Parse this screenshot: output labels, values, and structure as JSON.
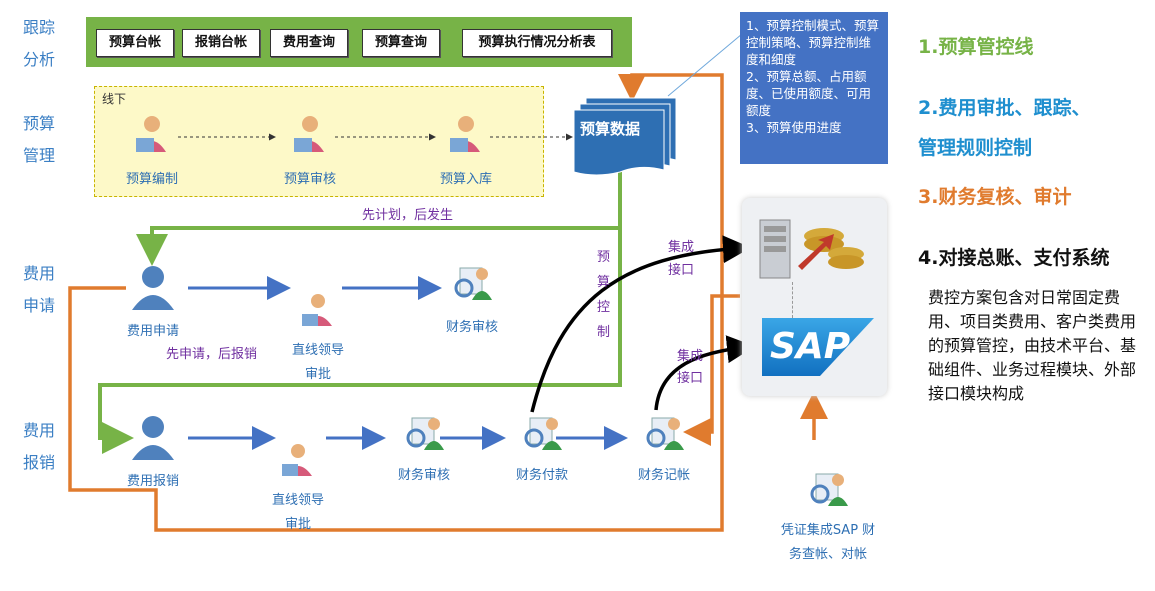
{
  "row_labels": {
    "tracking": "跟踪\n分析",
    "budget": "预算\n管理",
    "apply": "费用\n申请",
    "reimburse": "费用\n报销"
  },
  "top_buttons": [
    "预算台帐",
    "报销台帐",
    "费用查询",
    "预算查询",
    "预算执行情况分析表"
  ],
  "offline_label": "线下",
  "budget_nodes": [
    "预算编制",
    "预算审核",
    "预算入库"
  ],
  "budget_data_label": "预算数据",
  "blue_box": [
    "1、预算控制模式、预算控制策略、预算控制维度和细度",
    "2、预算总额、占用额度、已使用额度、可用额度",
    "3、预算使用进度"
  ],
  "plan_first": "先计划，后发生",
  "budget_control": "预\n算\n控\n制",
  "apply_nodes": [
    "费用申请",
    "直线领导\n审批",
    "财务审核"
  ],
  "apply_first": "先申请，后报销",
  "reimburse_nodes": [
    "费用报销",
    "直线领导\n审批",
    "财务审核",
    "财务付款",
    "财务记帐"
  ],
  "integration_1": "集成\n接口",
  "integration_2": "集成\n接口",
  "sap_text": "SAP",
  "voucher_label": "凭证集成SAP 财\n务查帐、对帐",
  "legend": [
    {
      "text": "1.预算管控线",
      "color": "#77b347"
    },
    {
      "text": "2.费用审批、跟踪、\n管理规则控制",
      "color": "#1f8fcf"
    },
    {
      "text": "3.财务复核、审计",
      "color": "#e07b2e"
    },
    {
      "text": "4.对接总账、支付系统",
      "color": "#111111"
    }
  ],
  "description": "费控方案包含对日常固定费用、项目类费用、客户类费用的预算管控，由技术平台、基础组件、业务过程模块、外部接口模块构成"
}
